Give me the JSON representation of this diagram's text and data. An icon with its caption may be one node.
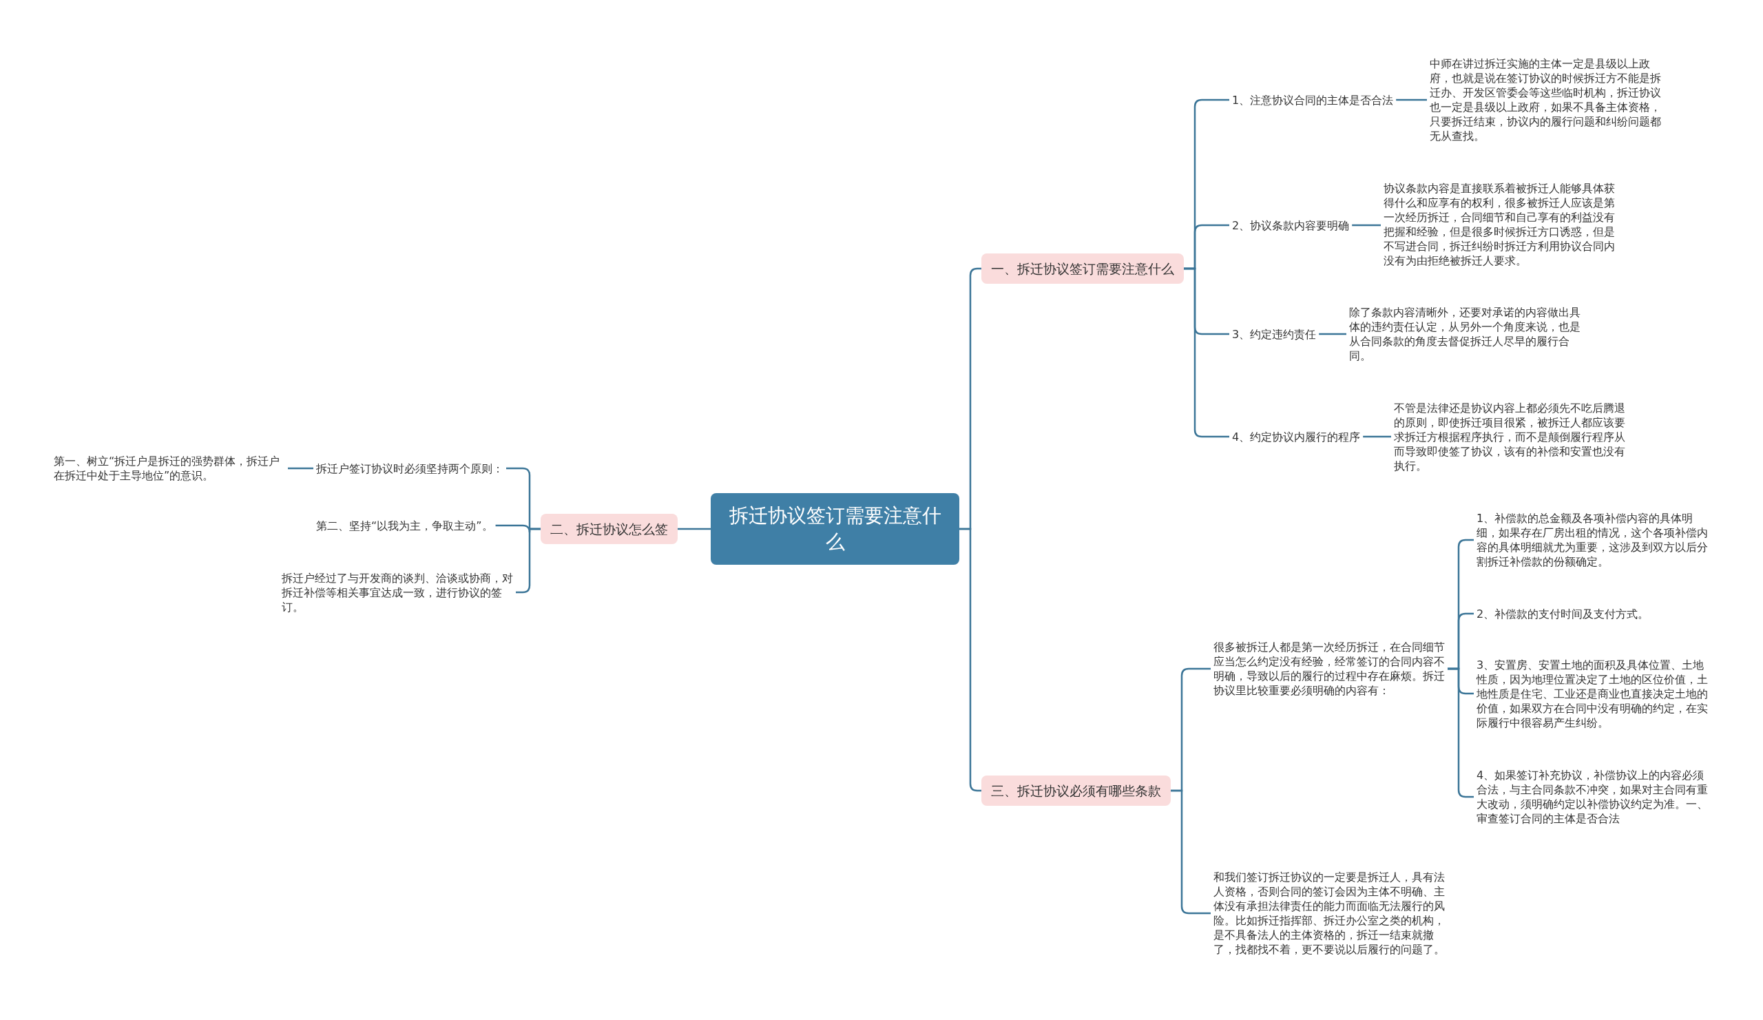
{
  "diagram": {
    "nodes": [
      {
        "text": [
          "拆迁协议签订需要注意什么"
        ]
      },
      {
        "text": [
          "一、拆迁协议签订需要注意什么"
        ]
      },
      {
        "text": [
          "二、拆迁协议怎么签"
        ]
      },
      {
        "text": [
          "三、拆迁协议必须有哪些条款"
        ]
      },
      {
        "text": [
          "1、注意协议合同的主体是否合法"
        ]
      },
      {
        "text": [
          "中师在讲过拆迁实施的主体一定是县级以上政府，也就是说在签订协议的时候拆迁方不能是拆迁办、开发区管委会等这些临时机构，拆迁协议也一定是县级以上政府，如果不具备主体资格，只要拆迁结束，协议内的履行问题和纠纷问题都无从查找。"
        ]
      },
      {
        "text": [
          "2、协议条款内容要明确"
        ]
      },
      {
        "text": [
          "协议条款内容是直接联系着被拆迁人能够具体获得什么和应享有的权利，很多被拆迁人应该是第一次经历拆迁，合同细节和自己享有的利益没有把握和经验，但是很多时候拆迁方口诱惑，但是不写进合同，拆迁纠纷时拆迁方利用协议合同内没有为由拒绝被拆迁人要求。"
        ]
      },
      {
        "text": [
          "3、约定违约责任"
        ]
      },
      {
        "text": [
          "除了条款内容清晰外，还要对承诺的内容做出具体的违约责任认定，从另外一个角度来说，也是从合同条款的角度去督促拆迁人尽早的履行合同。"
        ]
      },
      {
        "text": [
          "4、约定协议内履行的程序"
        ]
      },
      {
        "text": [
          "不管是法律还是协议内容上都必须先不吃后腾退的原则，即使拆迁项目很紧，被拆迁人都应该要求拆迁方根据程序执行，而不是颠倒履行程序从而导致即使签了协议，该有的补偿和安置也没有执行。"
        ]
      },
      {
        "text": [
          "拆迁户签订协议时必须坚持两个原则："
        ]
      },
      {
        "text": [
          "第一、树立“拆迁户是拆迁的强势群体，拆迁户在拆迁中处于主导地位”的意识。"
        ]
      },
      {
        "text": [
          "第二、坚持“以我为主，争取主动”。"
        ]
      },
      {
        "text": [
          "拆迁户经过了与开发商的谈判、洽谈或协商，对拆迁补偿等相关事宜达成一致，进行协议的签订。"
        ]
      },
      {
        "text": [
          "很多被拆迁人都是第一次经历拆迁，在合同细节应当怎么约定没有经验，经常签订的合同内容不明确，导致以后的履行的过程中存在麻烦。拆迁协议里比较重要必须明确的内容有："
        ]
      },
      {
        "text": [
          "1、补偿款的总金额及各项补偿内容的具体明细，如果存在厂房出租的情况，这个各项补偿内容的具体明细就尤为重要，这涉及到双方以后分割拆迁补偿款的份额确定。"
        ]
      },
      {
        "text": [
          "2、补偿款的支付时间及支付方式。"
        ]
      },
      {
        "text": [
          "3、安置房、安置土地的面积及具体位置、土地性质，因为地理位置决定了土地的区位价值，土地性质是住宅、工业还是商业也直接决定土地的价值，如果双方在合同中没有明确的约定，在实际履行中很容易产生纠纷。"
        ]
      },
      {
        "text": [
          "4、如果签订补充协议，补偿协议上的内容必须合法，与主合同条款不冲突，如果对主合同有重大改动，须明确约定以补偿协议约定为准。一、审查签订合同的主体是否合法"
        ]
      },
      {
        "text": [
          "和我们签订拆迁协议的一定要是拆迁人，具有法人资格，否则合同的签订会因为主体不明确、主体没有承担法律责任的能力而面临无法履行的风险。比如拆迁指挥部、拆迁办公室之类的机构，是不具备法人的主体资格的，拆迁一结束就撤了，找都找不着，更不要说以后履行的问题了。"
        ]
      }
    ],
    "edges": [
      {
        "from": 0,
        "to": 1,
        "arrow": "none"
      },
      {
        "from": 0,
        "to": 2,
        "arrow": "none"
      },
      {
        "from": 0,
        "to": 3,
        "arrow": "none"
      },
      {
        "from": 1,
        "to": 4,
        "arrow": "none"
      },
      {
        "from": 1,
        "to": 6,
        "arrow": "none"
      },
      {
        "from": 1,
        "to": 8,
        "arrow": "none"
      },
      {
        "from": 1,
        "to": 10,
        "arrow": "none"
      },
      {
        "from": 4,
        "to": 5,
        "arrow": "none"
      },
      {
        "from": 6,
        "to": 7,
        "arrow": "none"
      },
      {
        "from": 8,
        "to": 9,
        "arrow": "none"
      },
      {
        "from": 10,
        "to": 11,
        "arrow": "none"
      },
      {
        "from": 2,
        "to": 12,
        "arrow": "none"
      },
      {
        "from": 2,
        "to": 14,
        "arrow": "none"
      },
      {
        "from": 2,
        "to": 15,
        "arrow": "none"
      },
      {
        "from": 12,
        "to": 13,
        "arrow": "none"
      },
      {
        "from": 3,
        "to": 16,
        "arrow": "none"
      },
      {
        "from": 3,
        "to": 21,
        "arrow": "none"
      },
      {
        "from": 16,
        "to": 17,
        "arrow": "none"
      },
      {
        "from": 16,
        "to": 18,
        "arrow": "none"
      },
      {
        "from": 16,
        "to": 19,
        "arrow": "none"
      },
      {
        "from": 16,
        "to": 20,
        "arrow": "none"
      }
    ]
  }
}
